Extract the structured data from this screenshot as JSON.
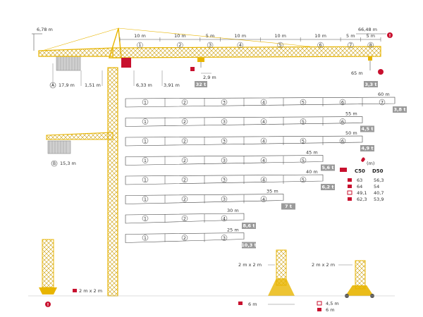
{
  "top": {
    "height_label": "6,78 m",
    "jib_segments": [
      "10 m",
      "10 m",
      "5 m",
      "10 m",
      "10 m",
      "10 m",
      "5 m",
      "5 m"
    ],
    "segment_ids": [
      "1",
      "2",
      "3",
      "4",
      "5",
      "6",
      "7",
      "8"
    ],
    "max_radius": "66,48 m",
    "dim_a": "17,9 m",
    "dim_a_mark": "A",
    "dim_b": "1,51 m",
    "dim_c": "6,33 m",
    "dim_d": "3,91 m",
    "dim_e": "2,9 m",
    "load_main": "32 t",
    "radius_end": "65 m",
    "load_end": "3,3 t"
  },
  "counter": {
    "mark": "B",
    "label": "15,3 m"
  },
  "configs": [
    {
      "radius": "60 m",
      "load": "3,8 t",
      "segs": [
        "1",
        "2",
        "3",
        "4",
        "5",
        "6",
        "7"
      ]
    },
    {
      "radius": "55 m",
      "load": "4,5 t",
      "segs": [
        "1",
        "2",
        "3",
        "4",
        "5",
        "6"
      ]
    },
    {
      "radius": "50 m",
      "load": "4,9 t",
      "segs": [
        "1",
        "2",
        "3",
        "4",
        "5",
        "6"
      ]
    },
    {
      "radius": "45 m",
      "load": "5,6 t",
      "segs": [
        "1",
        "2",
        "3",
        "4",
        "5"
      ]
    },
    {
      "radius": "40 m",
      "load": "6,2 t",
      "segs": [
        "1",
        "2",
        "3",
        "4",
        "5"
      ]
    },
    {
      "radius": "35 m",
      "load": "7 t",
      "segs": [
        "1",
        "2",
        "3",
        "4"
      ]
    },
    {
      "radius": "30 m",
      "load": "8,6 t",
      "segs": [
        "1",
        "2",
        "4"
      ]
    },
    {
      "radius": "25 m",
      "load": "10,3 t",
      "segs": [
        "1",
        "2",
        "3"
      ]
    }
  ],
  "height_table": {
    "unit": "(m)",
    "cols": [
      "C50",
      "D50"
    ],
    "rows": [
      {
        "a": "63",
        "b": "56,3"
      },
      {
        "a": "64",
        "b": "54"
      },
      {
        "a": "49,1",
        "b": "40,7"
      },
      {
        "a": "62,3",
        "b": "53,9"
      }
    ]
  },
  "base": {
    "mast_section": "2 m x 2 m",
    "base_a_top": "2 m x 2 m",
    "base_b_top": "2 m x 2 m",
    "base_a_width": "6 m",
    "base_b_w1": "4,5 m",
    "base_b_w2": "6 m"
  },
  "colors": {
    "crane": "#e8b500",
    "tag_bg": "#9a9a9a",
    "dim": "#555555",
    "accent": "#c8102e"
  }
}
